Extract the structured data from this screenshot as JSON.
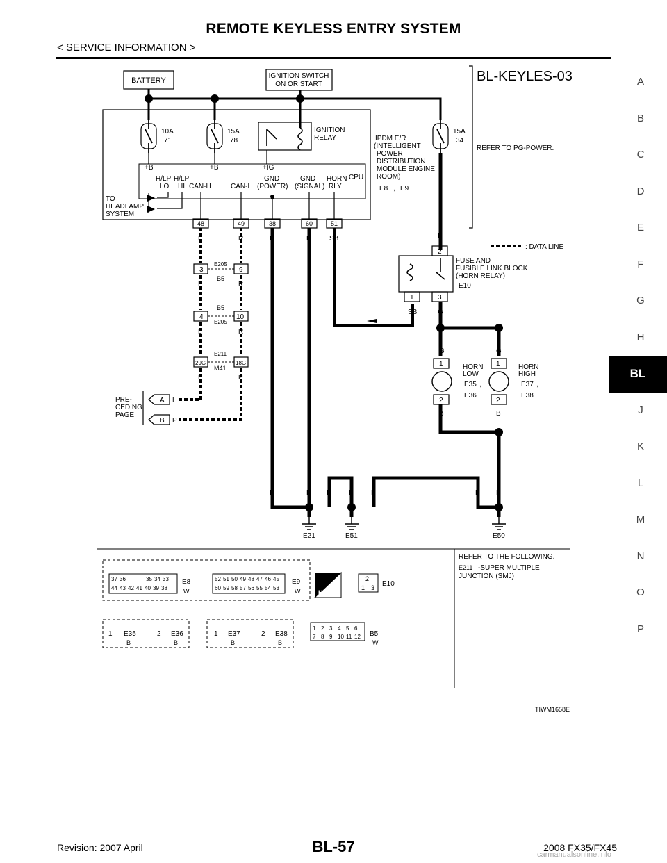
{
  "header": {
    "title": "REMOTE KEYLESS ENTRY SYSTEM",
    "subtitle": "< SERVICE INFORMATION >"
  },
  "side_tabs": [
    "A",
    "B",
    "C",
    "D",
    "E",
    "F",
    "G",
    "H",
    "BL",
    "J",
    "K",
    "L",
    "M",
    "N",
    "O",
    "P"
  ],
  "active_tab": "BL",
  "footer": {
    "revision": "Revision: 2007 April",
    "page": "BL-57",
    "model": "2008 FX35/FX45",
    "watermark": "carmanualsonline.info"
  },
  "diagram": {
    "code": "BL-KEYLES-03",
    "battery": "BATTERY",
    "ign_switch_1": "IGNITION SWITCH",
    "ign_switch_2": "ON OR START",
    "fuse_a_amp": "10A",
    "fuse_a_no": "71",
    "fuse_b_amp": "15A",
    "fuse_b_no": "78",
    "fuse_c_amp": "15A",
    "fuse_c_no": "34",
    "ign_relay_1": "IGNITION",
    "ign_relay_2": "RELAY",
    "ipdm_1": "IPDM E/R",
    "ipdm_2": "(INTELLIGENT",
    "ipdm_3": "POWER",
    "ipdm_4": "DISTRIBUTION",
    "ipdm_5": "MODULE ENGINE",
    "ipdm_6": "ROOM)",
    "conn_e8": "E8",
    "conn_e9": "E9",
    "comma": ",",
    "refer_pg": "REFER TO PG-POWER.",
    "plus_b": "+B",
    "plus_ig": "+IG",
    "cpu": "CPU",
    "hlp": "H/LP",
    "lo": "LO",
    "hi": "HI",
    "can_h": "CAN-H",
    "can_l": "CAN-L",
    "gnd": "GND",
    "power": "(POWER)",
    "signal": "(SIGNAL)",
    "horn": "HORN",
    "rly": "RLY",
    "to_1": "TO",
    "to_2": "HEADLAMP",
    "to_3": "SYSTEM",
    "pins": [
      "48",
      "49",
      "38",
      "60",
      "51"
    ],
    "wire_l": "L",
    "wire_r": "R",
    "wire_b": "B",
    "wire_sb": "SB",
    "wire_g": "G",
    "wire_p": "P",
    "data_line": ": DATA LINE",
    "fuse_blk_1": "FUSE AND",
    "fuse_blk_2": "FUSIBLE LINK BLOCK",
    "fuse_blk_3": "(HORN RELAY)",
    "conn_e10": "E10",
    "pin_2": "2",
    "pin_1": "1",
    "pin_3": "3",
    "pin_4": "4",
    "pin_9": "9",
    "pin_10": "10",
    "pin_29g": "29G",
    "pin_18g": "18G",
    "conn_e205": "E205",
    "conn_b5": "B5",
    "conn_e211": "E211",
    "conn_m41": "M41",
    "horn_low_1": "HORN",
    "horn_low_2": "LOW",
    "horn_high_1": "HORN",
    "horn_high_2": "HIGH",
    "conn_e35": "E35",
    "conn_e36": "E36",
    "conn_e37": "E37",
    "conn_e38": "E38",
    "pre_1": "PRE-",
    "pre_2": "CEDING",
    "pre_3": "PAGE",
    "arrow_a": "A",
    "arrow_b": "B",
    "gnd_e21": "E21",
    "gnd_e51": "E51",
    "gnd_e50": "E50",
    "refer_1": "REFER TO THE FOLLOWING.",
    "refer_2": "-SUPER MULTIPLE",
    "refer_3": "JUNCTION (SMJ)",
    "conn_color_w": "W",
    "conn_color_b": "B",
    "e8_row1": [
      "37",
      "36",
      "35",
      "34",
      "33"
    ],
    "e8_row2": [
      "44",
      "43",
      "42",
      "41",
      "40",
      "39",
      "38"
    ],
    "e9_row1": [
      "52",
      "51",
      "50",
      "49",
      "48",
      "47",
      "46",
      "45"
    ],
    "e9_row2": [
      "60",
      "59",
      "58",
      "57",
      "56",
      "55",
      "54",
      "53"
    ],
    "b5_row1": [
      "1",
      "2",
      "3",
      "4",
      "5",
      "6"
    ],
    "b5_row2": [
      "7",
      "8",
      "9",
      "10",
      "11",
      "12"
    ],
    "hs": "H.S.",
    "ref_code": "TIWM1658E"
  }
}
